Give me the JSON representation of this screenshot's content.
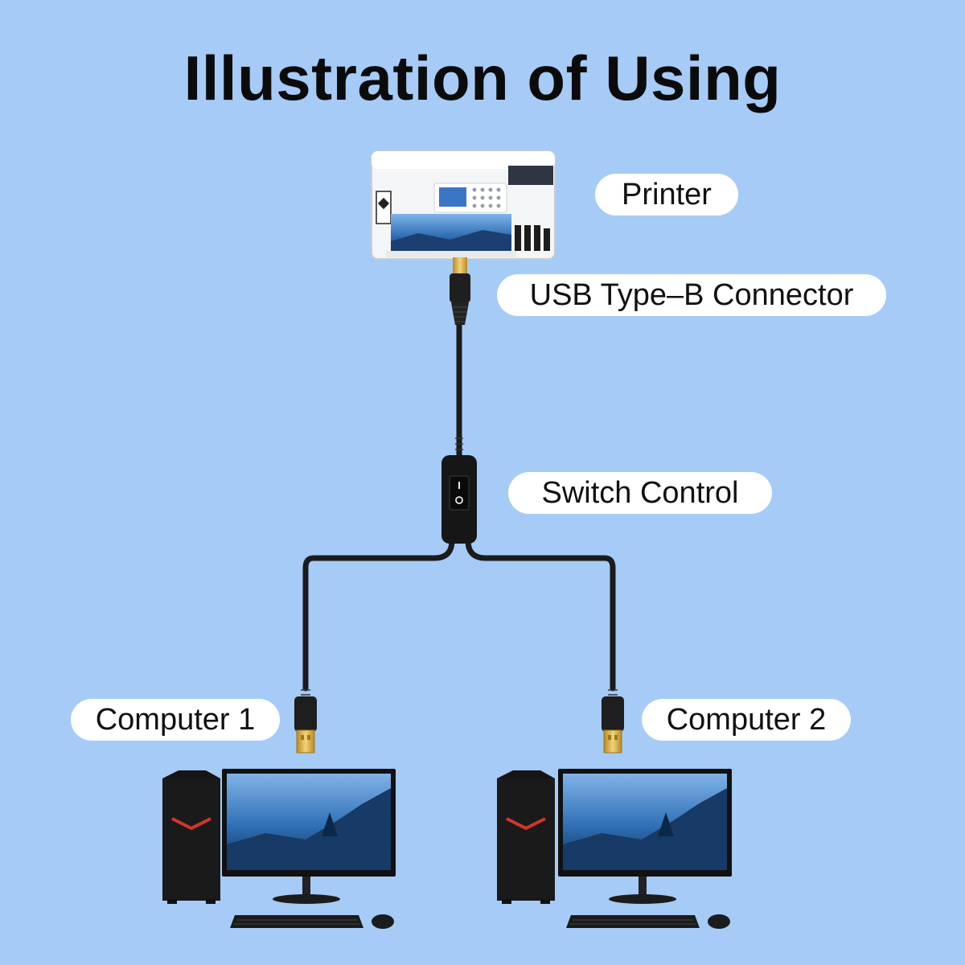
{
  "title": "Illustration of Using",
  "labels": {
    "printer": "Printer",
    "usb_b": "USB Type–B Connector",
    "switch": "Switch Control",
    "computer1": "Computer 1",
    "computer2": "Computer 2"
  },
  "colors": {
    "background": "#a6cbf7",
    "cable": "#1b1b1b",
    "pill": "#ffffff",
    "connector_gold": "#d8b24a",
    "tower_accent": "#d2352b"
  }
}
